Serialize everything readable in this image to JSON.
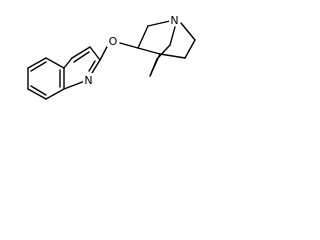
{
  "molecule": {
    "atoms": {
      "quinoline_n": "N",
      "ether_o": "O",
      "bridgehead_n": "N"
    }
  }
}
